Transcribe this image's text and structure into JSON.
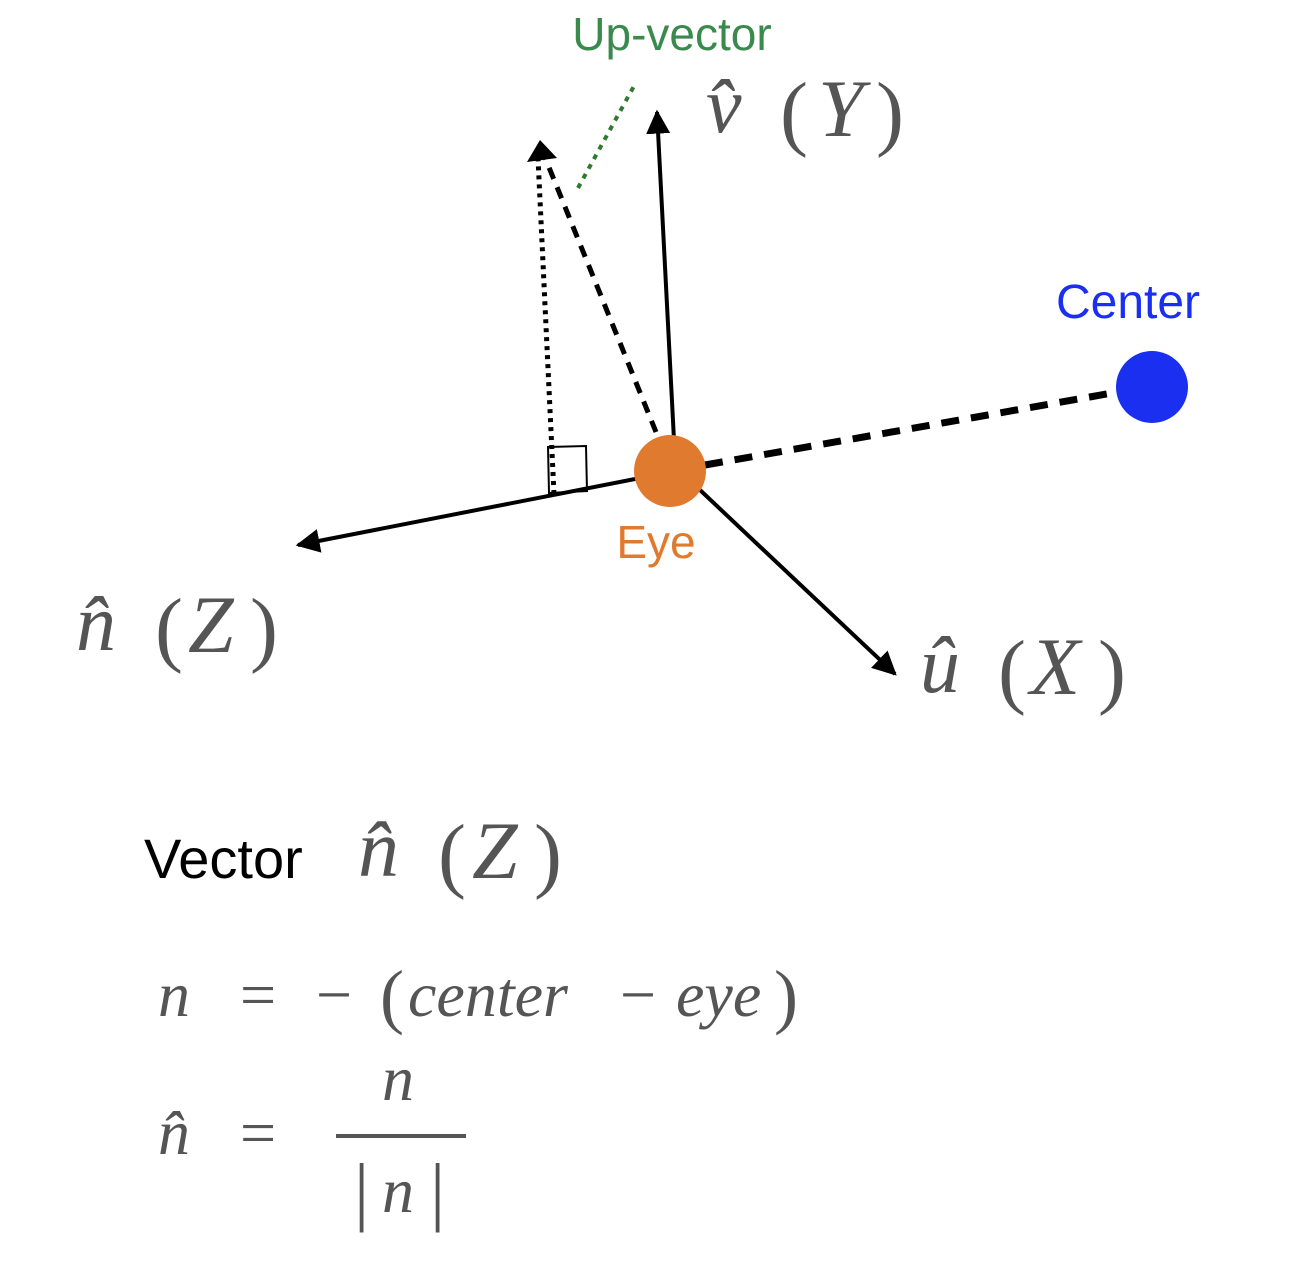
{
  "labels": {
    "up_vector": "Up-vector",
    "center": "Center",
    "eye": "Eye",
    "v_axis": {
      "symbol": "v̂",
      "paren_open": "(",
      "axis": "Y",
      "paren_close": ")"
    },
    "n_axis": {
      "symbol": "n̂",
      "paren_open": "(",
      "axis": "Z",
      "paren_close": ")"
    },
    "u_axis": {
      "symbol": "û",
      "paren_open": "(",
      "axis": "X",
      "paren_close": ")"
    }
  },
  "formula": {
    "heading_text": "Vector",
    "heading_symbol": "n̂",
    "heading_paren_open": "(",
    "heading_axis": "Z",
    "heading_paren_close": ")",
    "line1_lhs": "n",
    "line1_eq": "=",
    "line1_minus": "−",
    "line1_open": "(",
    "line1_term1": "center",
    "line1_op": "−",
    "line1_term2": "eye",
    "line1_close": ")",
    "line2_lhs": "n̂",
    "line2_eq": "=",
    "line2_numerator": "n",
    "line2_bar_left": "|",
    "line2_denominator": "n",
    "line2_bar_right": "|"
  },
  "colors": {
    "up_vector": "#3a8a4e",
    "center": "#1a2ff0",
    "eye": "#e07a2e",
    "axis": "#000000",
    "math": "#555555",
    "guide_dotted_green": "#2e7a2e"
  }
}
